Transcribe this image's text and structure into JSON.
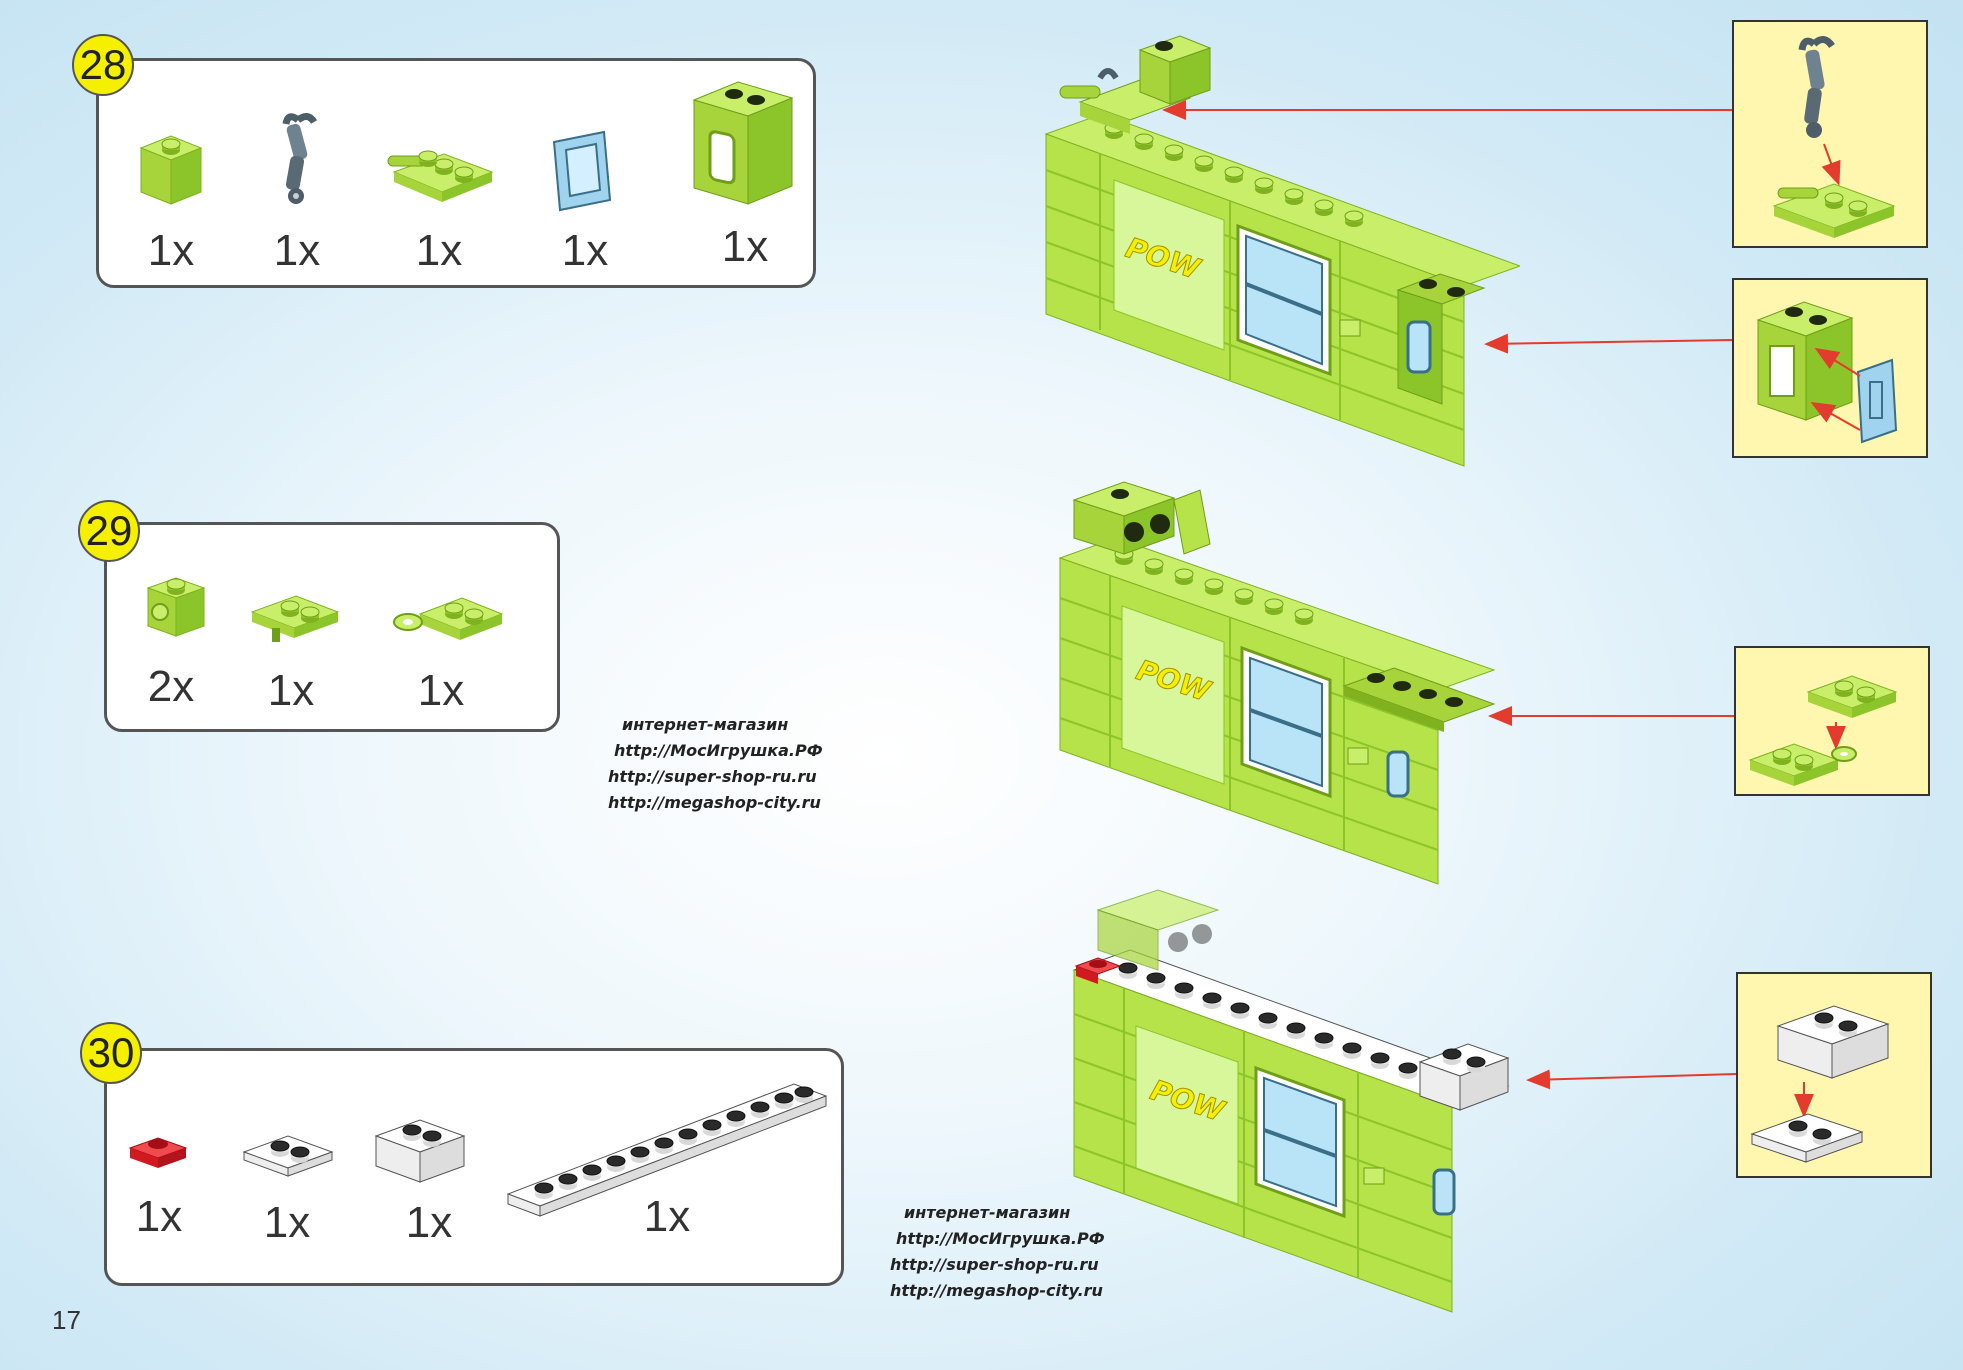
{
  "page_number": "17",
  "colors": {
    "lime": "#b6e24a",
    "lime_dark": "#7fb21e",
    "white_brick": "#ffffff",
    "red_brick": "#e11b22",
    "trans_blue": "#9fd3ee",
    "dark_gray": "#5a6a74",
    "badge": "#f4f000",
    "detail_bg": "#fff6b0",
    "arrow": "#e33b2e"
  },
  "steps": [
    {
      "number": "28",
      "quantities": [
        "1x",
        "1x",
        "1x",
        "1x",
        "1x"
      ],
      "parts": [
        "lime-brick-1x1-icon",
        "gray-arm-icon",
        "lime-plate-clip-icon",
        "trans-blue-window-glass-icon",
        "lime-window-frame-icon"
      ]
    },
    {
      "number": "29",
      "quantities": [
        "2x",
        "1x",
        "1x"
      ],
      "parts": [
        "lime-brick-studded-side-icon",
        "lime-plate-pin-icon",
        "lime-plate-ring-icon"
      ]
    },
    {
      "number": "30",
      "quantities": [
        "1x",
        "1x",
        "1x",
        "1x"
      ],
      "parts": [
        "red-plate-1x1-icon",
        "white-plate-1x2-icon",
        "white-brick-1x2-icon",
        "white-plate-1x12-icon"
      ]
    }
  ],
  "assembly_text": "POW",
  "watermark_1": [
    "интернет-магазин",
    "http://МосИгрушка.РФ",
    "http://super-shop-ru.ru",
    "http://megashop-city.ru"
  ],
  "watermark_2": [
    "интернет-магазин",
    "http://МосИгрушка.РФ",
    "http://super-shop-ru.ru",
    "http://megashop-city.ru"
  ]
}
